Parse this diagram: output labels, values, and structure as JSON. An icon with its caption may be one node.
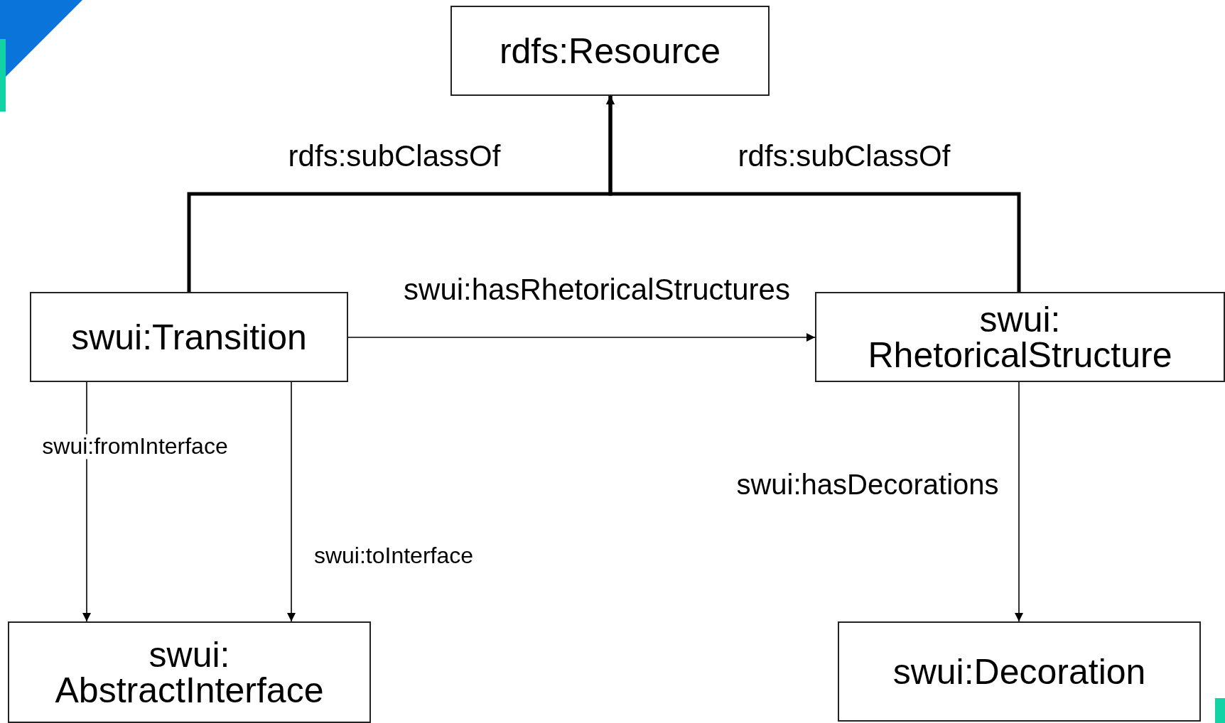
{
  "diagram": {
    "nodes": [
      {
        "text": [
          "rdfs:Resource"
        ]
      },
      {
        "text": [
          "swui:Transition"
        ]
      },
      {
        "text": [
          "swui: RhetoricalStructure"
        ]
      },
      {
        "text": [
          "swui: AbstractInterface"
        ]
      },
      {
        "text": [
          "swui:Decoration"
        ]
      }
    ],
    "edges": [
      {
        "from": 1,
        "to": 0,
        "arrow": "to",
        "label": "rdfs:subClassOf",
        "style": "thick"
      },
      {
        "from": 2,
        "to": 0,
        "arrow": "to",
        "label": "rdfs:subClassOf",
        "style": "thick"
      },
      {
        "from": 1,
        "to": 2,
        "arrow": "to",
        "label": "swui:hasRhetoricalStructures"
      },
      {
        "from": 1,
        "to": 3,
        "arrow": "to",
        "label": "swui:fromInterface"
      },
      {
        "from": 1,
        "to": 3,
        "arrow": "to",
        "label": "swui:toInterface"
      },
      {
        "from": 2,
        "to": 4,
        "arrow": "to",
        "label": "swui:hasDecorations"
      }
    ]
  }
}
